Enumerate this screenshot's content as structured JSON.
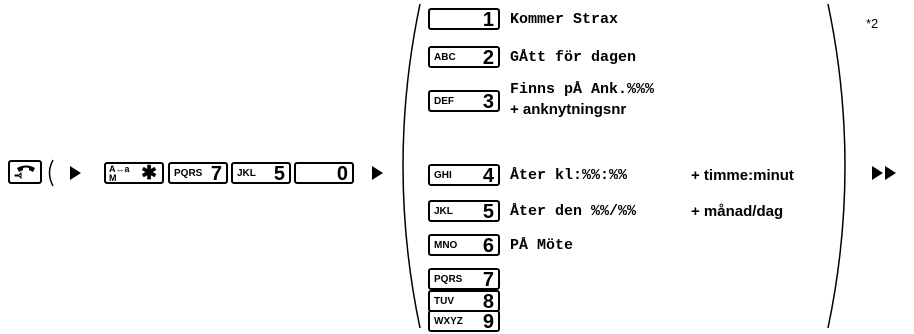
{
  "sequence": {
    "talk_icon": "phone-handset-icon",
    "star_key": {
      "sub": "A↔a M",
      "num": "✱"
    },
    "key_pqrs7": {
      "sub": "PQRS",
      "num": "7"
    },
    "key_jkl5": {
      "sub": "JKL",
      "num": "5"
    },
    "key_0": {
      "sub": "",
      "num": "0"
    }
  },
  "options": [
    {
      "key_sub": "",
      "key_num": "1",
      "text": "Kommer Strax",
      "extra": ""
    },
    {
      "key_sub": "ABC",
      "key_num": "2",
      "text": "GÅtt för dagen",
      "extra": ""
    },
    {
      "key_sub": "DEF",
      "key_num": "3",
      "text": "Finns pÅ Ank.%%%",
      "extra": "+ anknytningsnr"
    },
    {
      "key_sub": "GHI",
      "key_num": "4",
      "text": "Åter kl:%%:%%",
      "extra": "+ timme:minut"
    },
    {
      "key_sub": "JKL",
      "key_num": "5",
      "text": "Åter den %%/%%",
      "extra": "+ månad/dag"
    },
    {
      "key_sub": "MNO",
      "key_num": "6",
      "text": "PÅ Möte",
      "extra": ""
    },
    {
      "key_sub": "PQRS",
      "key_num": "7",
      "text": "",
      "extra": ""
    },
    {
      "key_sub": "TUV",
      "key_num": "8",
      "text": "",
      "extra": ""
    },
    {
      "key_sub": "WXYZ",
      "key_num": "9",
      "text": "",
      "extra": ""
    }
  ],
  "footnote": "*2",
  "next_icon": "double-arrow-right-icon"
}
